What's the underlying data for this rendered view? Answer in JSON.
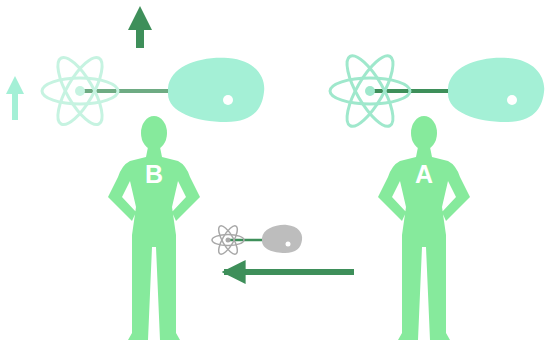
{
  "diagram": {
    "nodes": [
      {
        "text": [
          "B"
        ]
      },
      {
        "text": [
          "A"
        ]
      }
    ],
    "edges": [
      {
        "from": 1,
        "to": 0,
        "arrow": "to"
      }
    ]
  }
}
